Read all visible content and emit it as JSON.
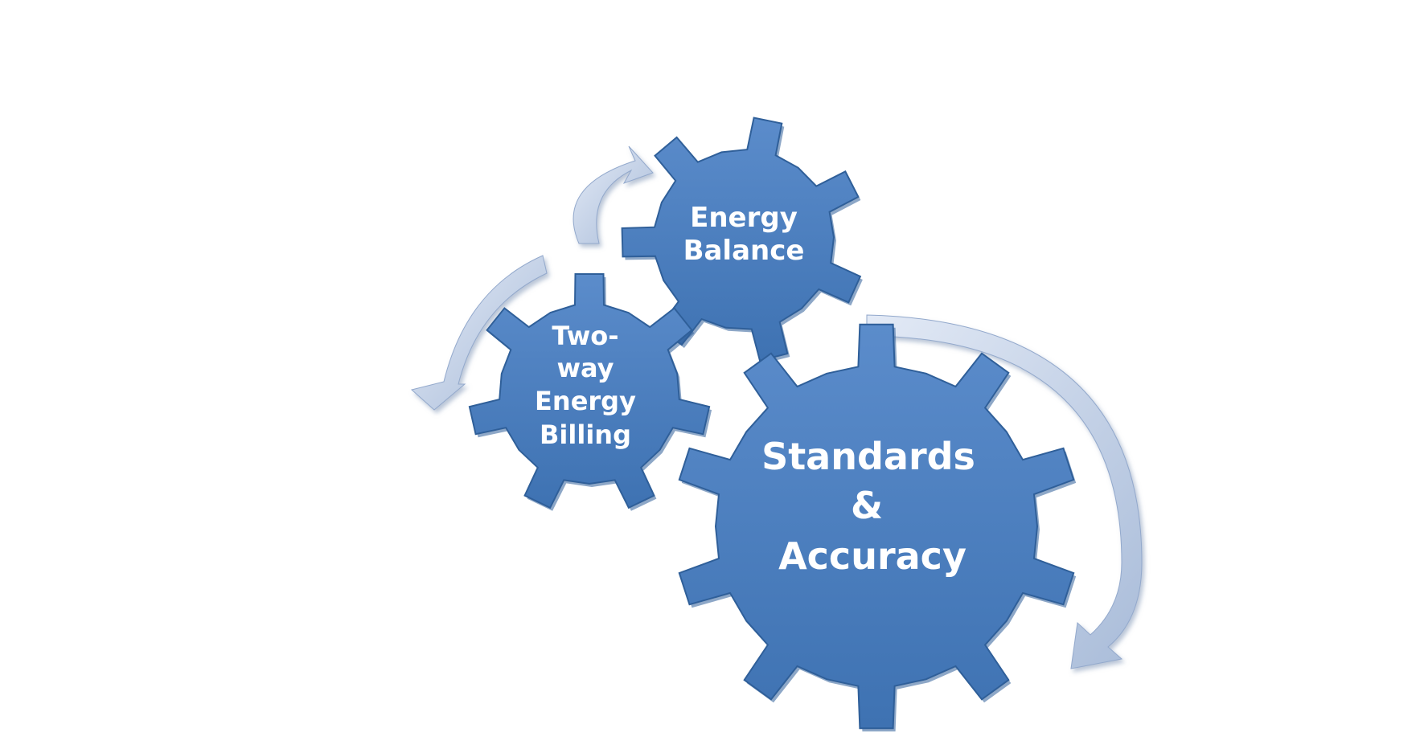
{
  "diagram": {
    "gears": [
      {
        "id": "energy-balance",
        "lines": [
          "Energy",
          "Balance"
        ]
      },
      {
        "id": "two-way-energy-billing",
        "lines": [
          "Two-",
          "way",
          "Energy",
          "Billing"
        ]
      },
      {
        "id": "standards-accuracy",
        "lines": [
          "Standards",
          "&",
          "Accuracy"
        ]
      }
    ],
    "arrows": [
      {
        "id": "arrow-to-energy-balance",
        "direction": "up-right"
      },
      {
        "id": "arrow-to-two-way-billing",
        "direction": "down-left"
      },
      {
        "id": "arrow-from-standards",
        "direction": "down"
      }
    ],
    "colors": {
      "gear_fill_top": "#5b8ccb",
      "gear_fill_bottom": "#3e72b2",
      "gear_edge": "#2f5f99",
      "arrow_light": "#d7e1f1",
      "arrow_dark": "#9fb3d3"
    }
  }
}
